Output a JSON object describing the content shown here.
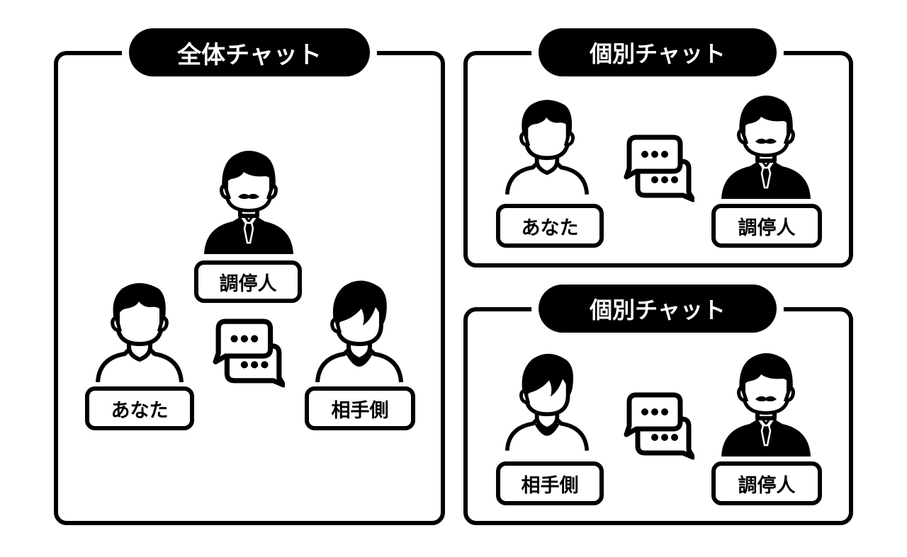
{
  "colors": {
    "ink": "#000000",
    "paper": "#ffffff"
  },
  "panels": {
    "overall": {
      "title": "全体チャット",
      "mediator_label": "調停人",
      "you_label": "あなた",
      "other_label": "相手側",
      "icons": [
        "mediator-figure-icon",
        "person-short-hair-icon",
        "person-swept-hair-icon",
        "chat-bubbles-icon"
      ]
    },
    "individual_top": {
      "title": "個別チャット",
      "left_label": "あなた",
      "right_label": "調停人",
      "icons": [
        "person-short-hair-icon",
        "chat-bubbles-icon",
        "mediator-figure-icon"
      ]
    },
    "individual_bottom": {
      "title": "個別チャット",
      "left_label": "相手側",
      "right_label": "調停人",
      "icons": [
        "person-swept-hair-icon",
        "chat-bubbles-icon",
        "mediator-figure-icon"
      ]
    }
  }
}
